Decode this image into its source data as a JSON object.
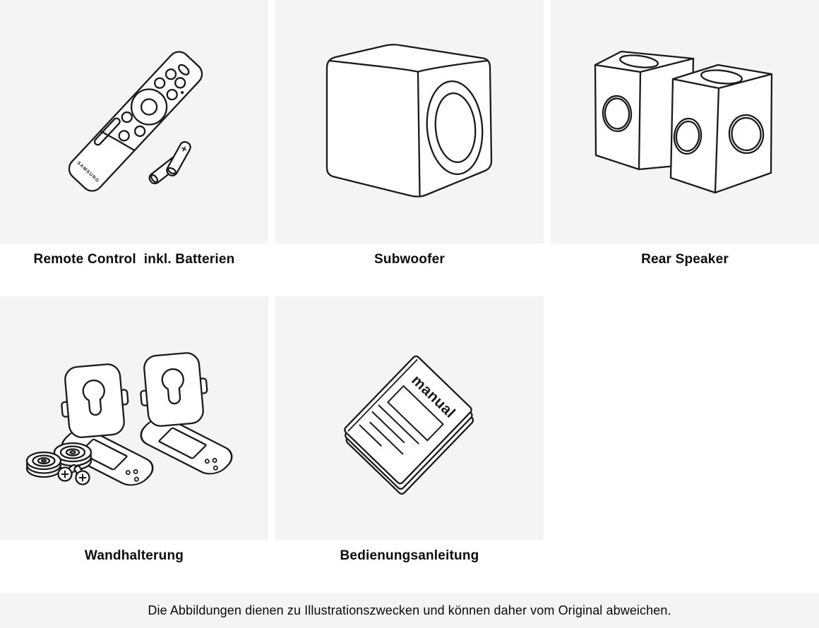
{
  "page": {
    "background": "#ffffff",
    "tile_background": "#f4f4f4",
    "line_color": "#1a1a1a",
    "label_color": "#0b0b0b"
  },
  "items": [
    {
      "label": "Remote Control  inkl. Batterien",
      "illustration": "remote-control-with-batteries"
    },
    {
      "label": "Subwoofer",
      "illustration": "subwoofer"
    },
    {
      "label": "Rear Speaker",
      "illustration": "rear-speakers"
    },
    {
      "label": "Wandhalterung",
      "illustration": "wall-mount-brackets"
    },
    {
      "label": "Bedienungsanleitung",
      "illustration": "user-manual"
    }
  ],
  "illustration_texts": {
    "remote_brand": "SAMSUNG",
    "manual_cover": "manual"
  },
  "footer": {
    "note": "Die Abbildungen dienen zu Illustrationszwecken und können daher vom Original abweichen."
  }
}
